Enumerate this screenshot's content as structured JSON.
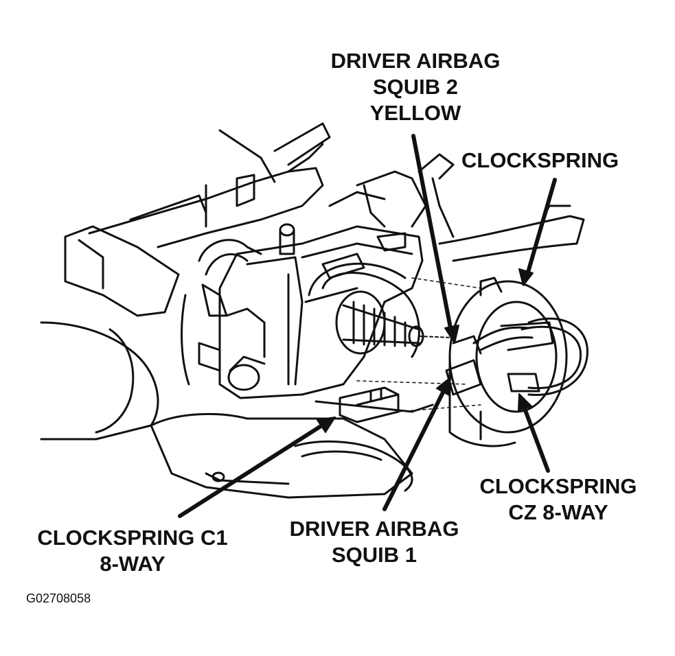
{
  "callouts": {
    "squib2": {
      "line1": "DRIVER AIRBAG",
      "line2": "SQUIB 2",
      "line3": "YELLOW"
    },
    "clockspring": {
      "line1": "CLOCKSPRING"
    },
    "clockspring_cz": {
      "line1": "CLOCKSPRING",
      "line2": "CZ 8-WAY"
    },
    "squib1": {
      "line1": "DRIVER AIRBAG",
      "line2": "SQUIB 1"
    },
    "clockspring_c1": {
      "line1": "CLOCKSPRING C1",
      "line2": "8-WAY"
    }
  },
  "figure_id": "G02708058",
  "colors": {
    "ink": "#111111",
    "paper": "#ffffff"
  }
}
